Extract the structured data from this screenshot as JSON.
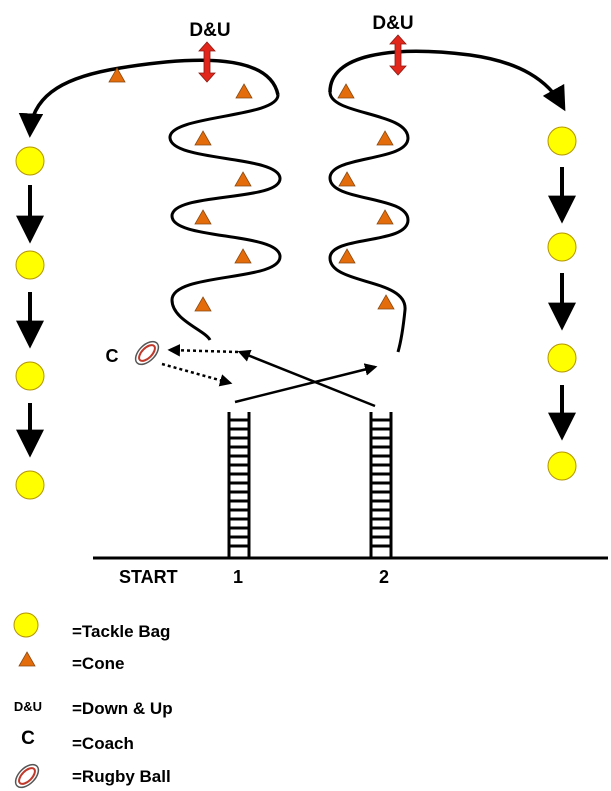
{
  "markers": {
    "down_up_left": "D&U",
    "down_up_right": "D&U",
    "coach": "C"
  },
  "field": {
    "start_label": "START",
    "lane_1_label": "1",
    "lane_2_label": "2"
  },
  "legend": [
    {
      "symbol": "tackle-bag",
      "label": "=Tackle Bag"
    },
    {
      "symbol": "cone",
      "label": "=Cone"
    },
    {
      "symbol": "D&U",
      "label": "=Down & Up"
    },
    {
      "symbol": "C",
      "label": "=Coach"
    },
    {
      "symbol": "rugby-ball",
      "label": "=Rugby Ball"
    }
  ],
  "colors": {
    "tackle_bag": "#ffff00",
    "cone": "#e46c0a",
    "down_up_arrow": "#e3261b",
    "lines": "#000000"
  }
}
